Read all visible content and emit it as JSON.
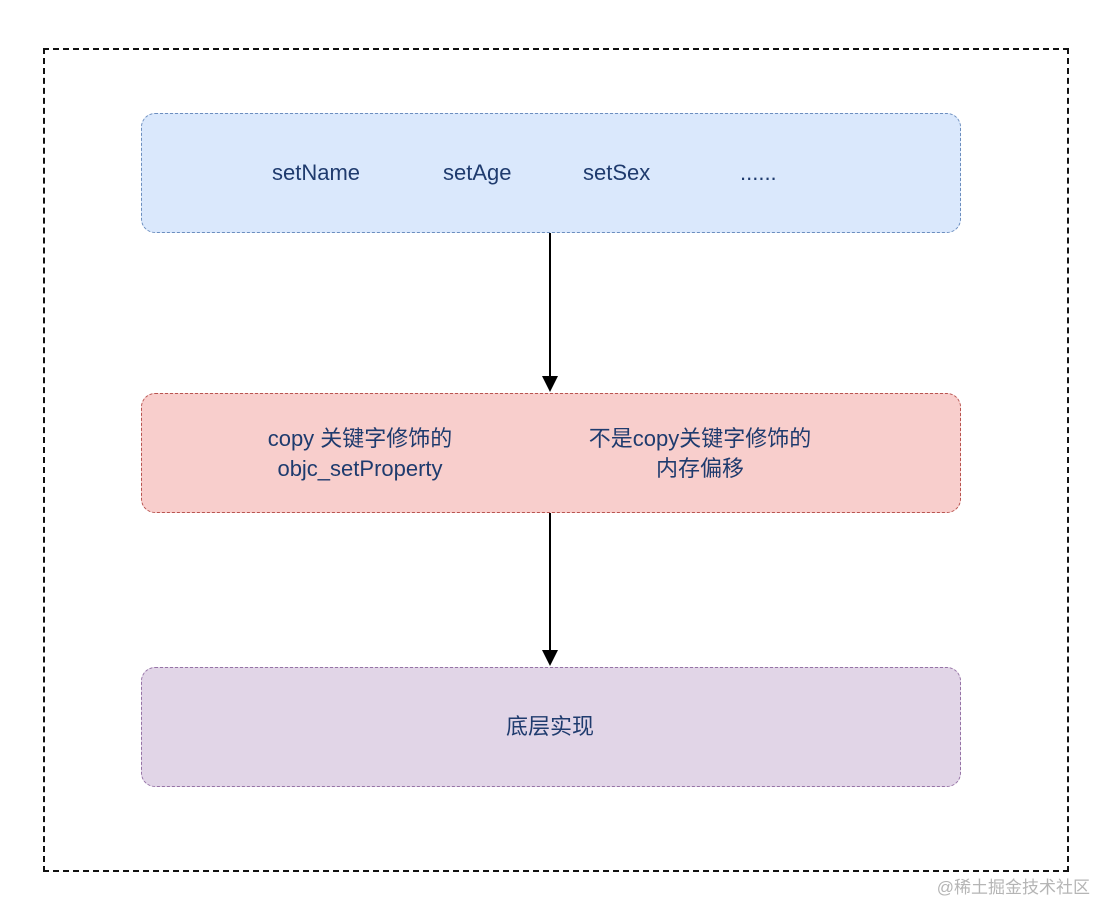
{
  "top_box": {
    "methods": [
      "setName",
      "setAge",
      "setSex",
      "......"
    ]
  },
  "middle_box": {
    "left": {
      "line1": "copy 关键字修饰的",
      "line2": "objc_setProperty"
    },
    "right": {
      "line1": "不是copy关键字修饰的",
      "line2": "内存偏移"
    }
  },
  "bottom_box": {
    "label": "底层实现"
  },
  "watermark": "@稀土掘金技术社区",
  "colors": {
    "top_fill": "#dae8fc",
    "top_border": "#6c8ebf",
    "middle_fill": "#f8cecc",
    "middle_border": "#b85450",
    "bottom_fill": "#e1d5e7",
    "bottom_border": "#9673a6",
    "text": "#1f3b6e"
  }
}
